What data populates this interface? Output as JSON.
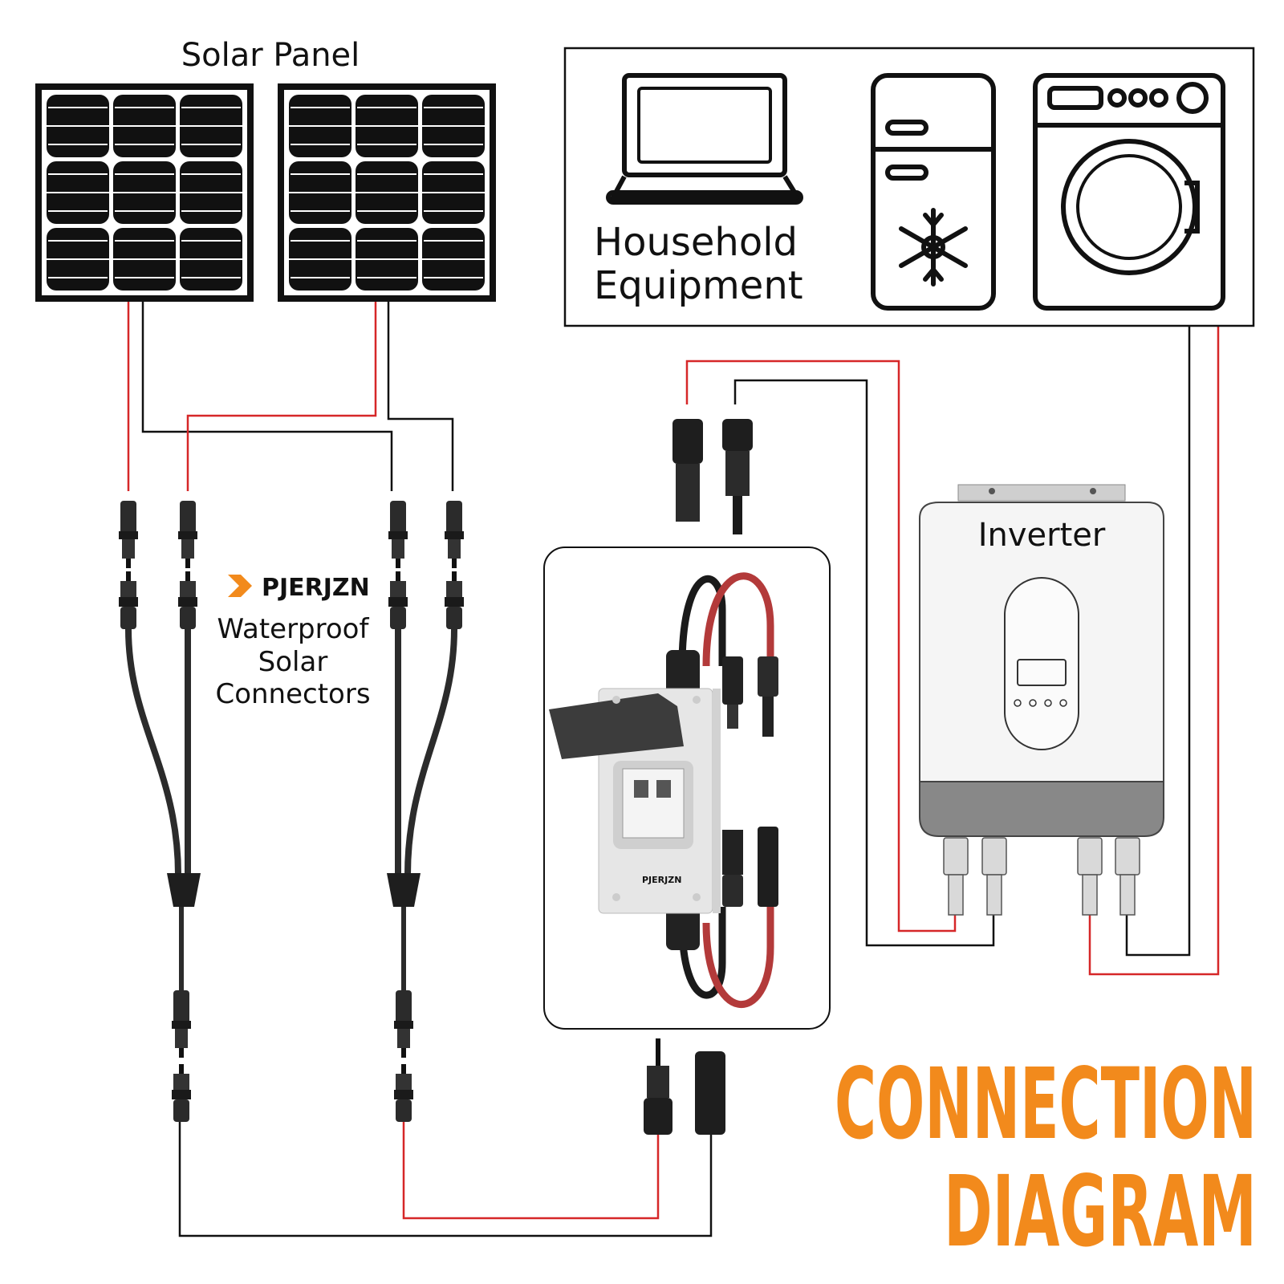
{
  "labels": {
    "solar_panel": "Solar Panel",
    "household_line1": "Household",
    "household_line2": "Equipment",
    "inverter": "Inverter",
    "brand": "PJERJZN",
    "connectors_line1": "Waterproof",
    "connectors_line2": "Solar",
    "connectors_line3": "Connectors",
    "title_line1": "CONNECTION",
    "title_line2": "DIAGRAM",
    "breaker_brand": "PJERJZN"
  },
  "colors": {
    "positive_wire": "#d62728",
    "negative_wire": "#111111",
    "accent_orange": "#f28a1c",
    "panel_black": "#111111",
    "inverter_body": "#f4f4f4",
    "inverter_base": "#8a8a8a"
  },
  "icons": [
    "laptop-icon",
    "refrigerator-icon",
    "washing-machine-icon",
    "snowflake-icon"
  ]
}
